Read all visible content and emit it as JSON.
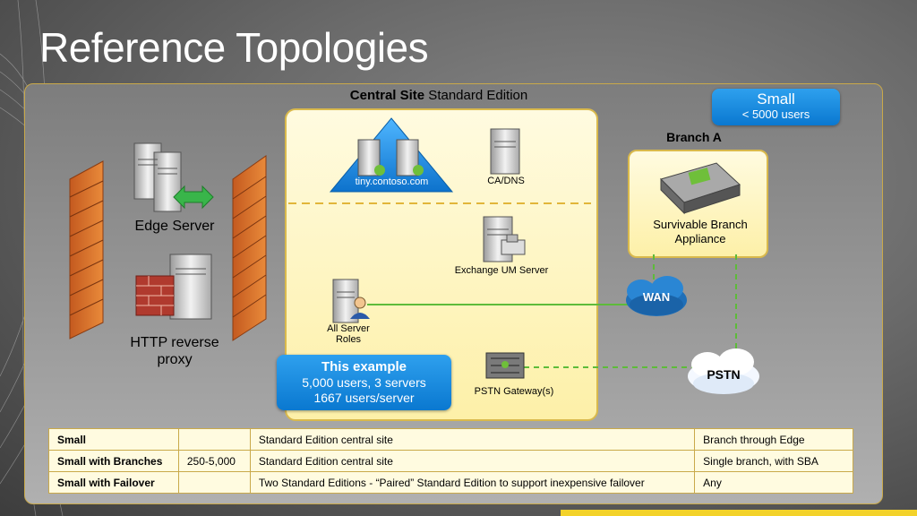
{
  "slide": {
    "title": "Reference Topologies"
  },
  "central_site": {
    "title_bold": "Central Site",
    "title_rest": " Standard Edition",
    "pool_label": "tiny.contoso.com",
    "ca_dns_label": "CA/DNS",
    "exchange_label": "Exchange UM Server",
    "all_server_roles_label_1": "All Server",
    "all_server_roles_label_2": "Roles",
    "pstn_gateway_label": "PSTN Gateway(s)"
  },
  "edge": {
    "edge_server_label": "Edge Server",
    "http_proxy_label_1": "HTTP reverse",
    "http_proxy_label_2": "proxy"
  },
  "small_callout": {
    "line1": "Small",
    "line2": "< 5000 users"
  },
  "example_callout": {
    "line1": "This example",
    "line2": "5,000 users, 3 servers",
    "line3": "1667 users/server"
  },
  "branch": {
    "title": "Branch A",
    "appliance_label_1": "Survivable Branch",
    "appliance_label_2": "Appliance"
  },
  "clouds": {
    "wan": "WAN",
    "pstn": "PSTN"
  },
  "table": {
    "rows": [
      {
        "name": "Small",
        "users": "",
        "central": "Standard Edition central site",
        "branch": "Branch through Edge"
      },
      {
        "name": "Small with Branches",
        "users": "250-5,000",
        "central": "Standard Edition central site",
        "branch": "Single branch, with SBA"
      },
      {
        "name": "Small with Failover",
        "users": "",
        "central": "Two Standard Editions - “Paired” Standard Edition to support inexpensive failover",
        "branch": "Any"
      }
    ]
  },
  "colors": {
    "accent_blue": "#0a78d0",
    "box_yellow": "#fdf0a8",
    "border_gold": "#c9a94a",
    "link_green": "#5dbb3a"
  }
}
